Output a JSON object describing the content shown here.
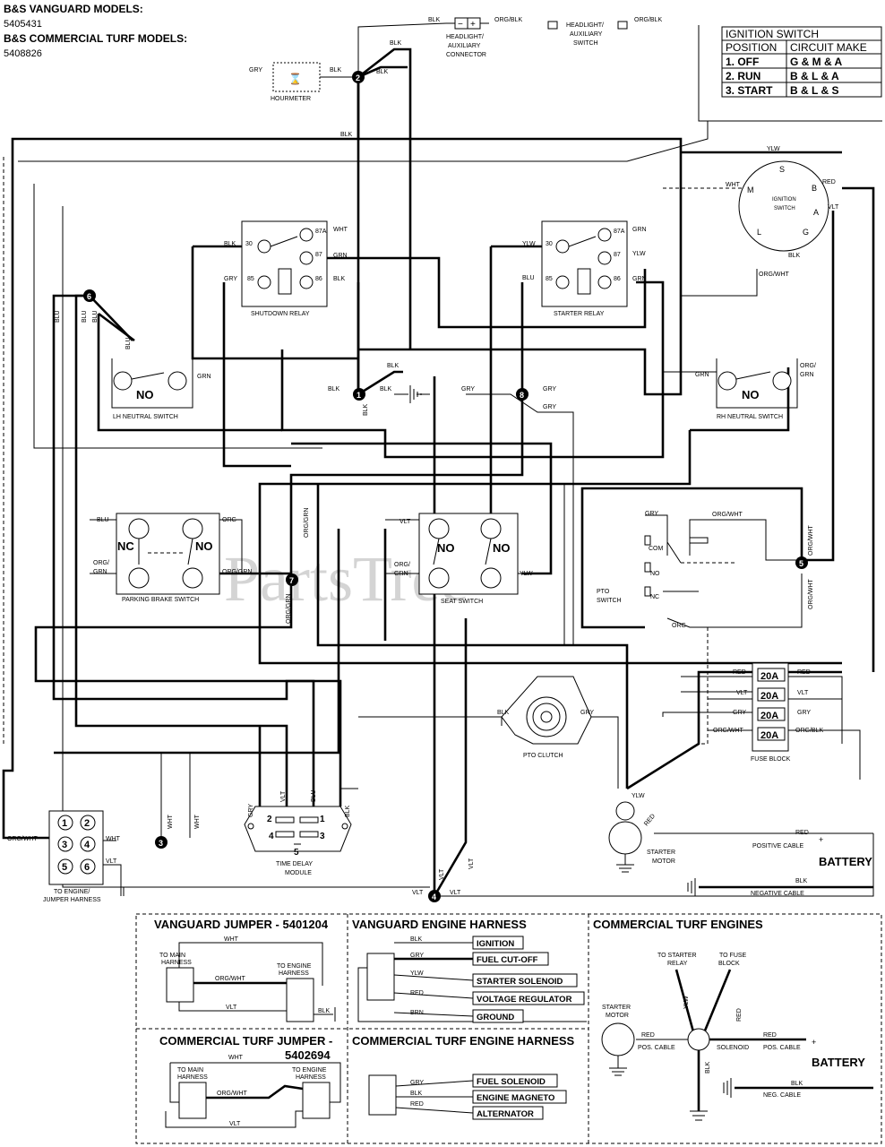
{
  "header": {
    "line1": "B&S VANGUARD MODELS:",
    "line2": "5405431",
    "line3": "B&S COMMERCIAL TURF MODELS:",
    "line4": "5408826"
  },
  "watermark": "PartsTree",
  "ignition_table": {
    "title": "IGNITION SWITCH",
    "col1": "POSITION",
    "col2": "CIRCUIT MAKE",
    "rows": [
      {
        "pos": "1. OFF",
        "make": "G & M & A"
      },
      {
        "pos": "2. RUN",
        "make": "B & L & A"
      },
      {
        "pos": "3. START",
        "make": "B & L & S"
      }
    ]
  },
  "components": {
    "hourmeter": "HOURMETER",
    "headlight_connector": [
      "HEADLIGHT/",
      "AUXILIARY",
      "CONNECTOR"
    ],
    "headlight_switch": [
      "HEADLIGHT/",
      "AUXILIARY",
      "SWITCH"
    ],
    "ignition_switch": [
      "IGNITION",
      "SWITCH"
    ],
    "shutdown_relay": "SHUTDOWN RELAY",
    "starter_relay": "STARTER RELAY",
    "lh_neutral": "LH NEUTRAL SWITCH",
    "rh_neutral": "RH NEUTRAL SWITCH",
    "parking_brake": "PARKING BRAKE SWITCH",
    "seat_switch": "SEAT SWITCH",
    "pto_switch": [
      "PTO",
      "SWITCH"
    ],
    "pto_clutch": "PTO CLUTCH",
    "fuse_block": "FUSE BLOCK",
    "time_delay": [
      "TIME DELAY",
      "MODULE"
    ],
    "starter_motor": [
      "STARTER",
      "MOTOR"
    ],
    "battery": "BATTERY",
    "pos_cable": "POSITIVE CABLE",
    "neg_cable": "NEGATIVE CABLE",
    "to_engine": [
      "TO ENGINE/",
      "JUMPER HARNESS"
    ]
  },
  "switch_text": {
    "no": "NO",
    "nc": "NC",
    "com": "COM"
  },
  "relay_pins": {
    "p30": "30",
    "p87a": "87A",
    "p87": "87",
    "p85": "85",
    "p86": "86"
  },
  "ign_letters": {
    "s": "S",
    "m": "M",
    "b": "B",
    "a": "A",
    "l": "L",
    "g": "G"
  },
  "fuses": [
    "20A",
    "20A",
    "20A",
    "20A"
  ],
  "tdm_pins": [
    "2",
    "1",
    "4",
    "3",
    "5"
  ],
  "connector_pins": [
    "1",
    "2",
    "3",
    "4",
    "5",
    "6"
  ],
  "nodes": [
    "1",
    "2",
    "3",
    "4",
    "5",
    "6",
    "7",
    "8"
  ],
  "wires": {
    "blk": "BLK",
    "gry": "GRY",
    "org_blk": "ORG/BLK",
    "wht": "WHT",
    "grn": "GRN",
    "ylw": "YLW",
    "blu": "BLU",
    "red": "RED",
    "vlt": "VLT",
    "org": "ORG",
    "org_wht": "ORG/WHT",
    "org_grn": "ORG/GRN",
    "org_slash": "ORG/",
    "grn2": "GRN",
    "brn": "BRN",
    "plus": "+",
    "minus": "−"
  },
  "bottom": {
    "vj_title": "VANGUARD JUMPER - 5401204",
    "veh_title": "VANGUARD ENGINE HARNESS",
    "cte_title": "COMMERCIAL TURF ENGINES",
    "ctj_title": "COMMERCIAL TURF JUMPER -",
    "ctj_num": "5402694",
    "cteh_title": "COMMERCIAL TURF ENGINE HARNESS",
    "to_main": [
      "TO MAIN",
      "HARNESS"
    ],
    "to_engine_h": [
      "TO ENGINE",
      "HARNESS"
    ],
    "veh_labels": [
      "IGNITION",
      "FUEL CUT-OFF",
      "STARTER SOLENOID",
      "VOLTAGE REGULATOR",
      "GROUND"
    ],
    "cteh_labels": [
      "FUEL SOLENOID",
      "ENGINE MAGNETO",
      "ALTERNATOR"
    ],
    "to_starter_relay": [
      "TO STARTER",
      "RELAY"
    ],
    "to_fuse_block": [
      "TO FUSE",
      "BLOCK"
    ],
    "starter_motor": [
      "STARTER",
      "MOTOR"
    ],
    "solenoid": "SOLENOID",
    "pos_cable": "POS. CABLE",
    "neg_cable": "NEG. CABLE",
    "battery": "BATTERY"
  }
}
